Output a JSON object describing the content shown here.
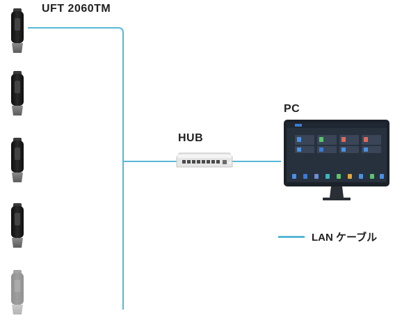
{
  "labels": {
    "device": "UFT 2060TM",
    "hub": "HUB",
    "pc": "PC"
  },
  "legend": {
    "lan_cable": "LAN ケーブル",
    "color": "#57b7d6"
  },
  "devices": [
    {
      "name": "uft-unit-1"
    },
    {
      "name": "uft-unit-2"
    },
    {
      "name": "uft-unit-3"
    },
    {
      "name": "uft-unit-4"
    },
    {
      "name": "uft-unit-5",
      "faded": true
    }
  ],
  "colors": {
    "cable": "#57b7d6",
    "device_body": "#1c1c1c",
    "monitor": "#1e2530",
    "screen": "#2a3545"
  }
}
